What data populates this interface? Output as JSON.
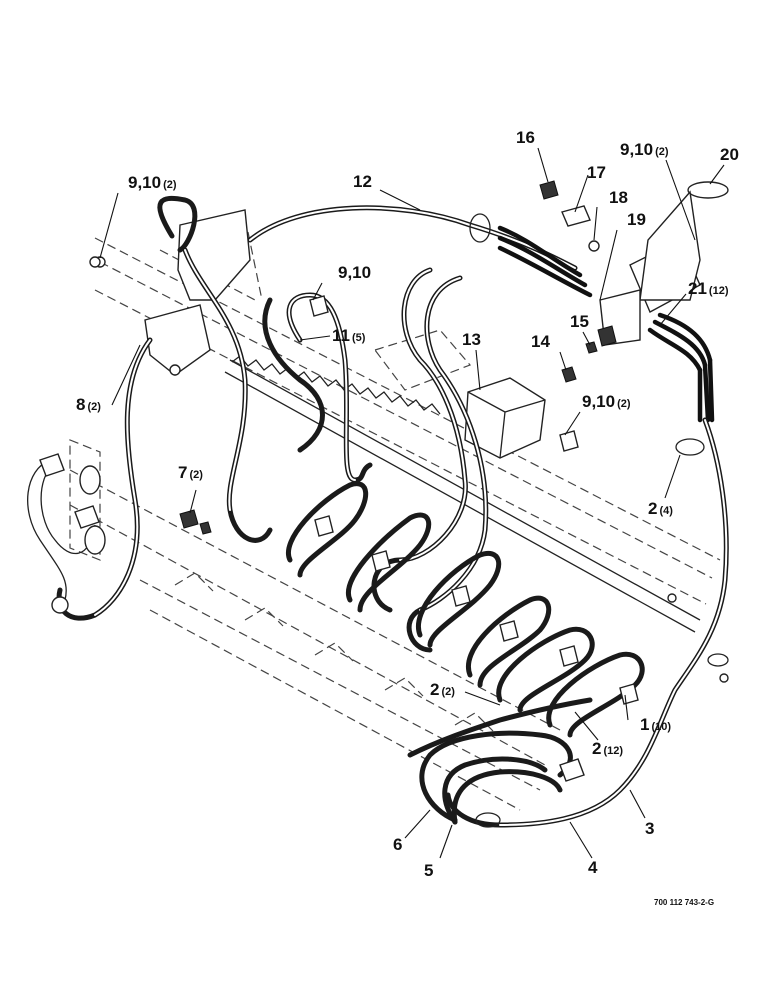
{
  "callouts": [
    {
      "id": "c1",
      "num": "1",
      "qty": "(10)"
    },
    {
      "id": "c2a",
      "num": "2",
      "qty": "(4)"
    },
    {
      "id": "c2b",
      "num": "2",
      "qty": "(2)"
    },
    {
      "id": "c2c",
      "num": "2",
      "qty": "(12)"
    },
    {
      "id": "c3",
      "num": "3",
      "qty": ""
    },
    {
      "id": "c4",
      "num": "4",
      "qty": ""
    },
    {
      "id": "c5",
      "num": "5",
      "qty": ""
    },
    {
      "id": "c6",
      "num": "6",
      "qty": ""
    },
    {
      "id": "c7",
      "num": "7",
      "qty": "(2)"
    },
    {
      "id": "c8",
      "num": "8",
      "qty": "(2)"
    },
    {
      "id": "c910a",
      "num": "9,10",
      "qty": "(2)"
    },
    {
      "id": "c910b",
      "num": "9,10",
      "qty": ""
    },
    {
      "id": "c910c",
      "num": "9,10",
      "qty": "(2)"
    },
    {
      "id": "c910d",
      "num": "9,10",
      "qty": "(2)"
    },
    {
      "id": "c11",
      "num": "11",
      "qty": "(5)"
    },
    {
      "id": "c12",
      "num": "12",
      "qty": ""
    },
    {
      "id": "c13",
      "num": "13",
      "qty": ""
    },
    {
      "id": "c14",
      "num": "14",
      "qty": ""
    },
    {
      "id": "c15",
      "num": "15",
      "qty": ""
    },
    {
      "id": "c16",
      "num": "16",
      "qty": ""
    },
    {
      "id": "c17",
      "num": "17",
      "qty": ""
    },
    {
      "id": "c18",
      "num": "18",
      "qty": ""
    },
    {
      "id": "c19",
      "num": "19",
      "qty": ""
    },
    {
      "id": "c20",
      "num": "20",
      "qty": ""
    },
    {
      "id": "c21",
      "num": "21",
      "qty": "(12)"
    }
  ],
  "drawing_number": "700 112 743-2-G"
}
